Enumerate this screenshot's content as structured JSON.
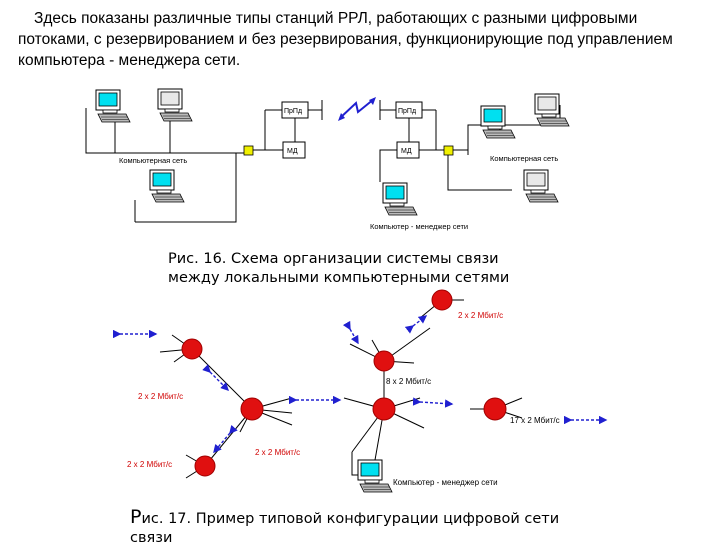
{
  "intro": {
    "line1": "Здесь показаны различные типы станций РРЛ, работающих с разными цифровыми",
    "line2": "потоками, с резервированием и без резервирования, функционирующие под управлением",
    "line3": "компьютера - менеджера сети."
  },
  "figure16": {
    "caption_line1": "Рис. 16. Схема организации системы связи",
    "caption_line2": "между локальными компьютерными сетями",
    "left": {
      "network_label": "Компьютерная сеть",
      "prpd_label": "ПрПд",
      "md_label": "МД"
    },
    "right": {
      "network_label": "Компьютерная сеть",
      "prpd_label": "ПрПд",
      "md_label": "МД",
      "manager_label": "Компьютер - менеджер сети"
    }
  },
  "figure17": {
    "caption_first_letter": "Р",
    "caption_rest_line1": "ис. 17. Пример типовой конфигурации цифровой сети",
    "caption_line2": "связи",
    "labels": {
      "top_right_stream": "2 х 2 Мбит/с",
      "center_stream": "8 х 2 Мбит/с",
      "left_stream": "2 х 2 Мбит/с",
      "bottom_left_stream": "2 х 2 Мбит/с",
      "mid_stream": "2 х 2 Мбит/с",
      "right_stream": "17 х 2 Мбит/с",
      "manager_label": "Компьютер - менеджер сети"
    }
  },
  "colors": {
    "node_red": "#e01010",
    "link_blue": "#2020d0",
    "screen_cyan": "#00e0f0",
    "label_red": "#d00000",
    "interface_yellow": "#f0f000"
  }
}
